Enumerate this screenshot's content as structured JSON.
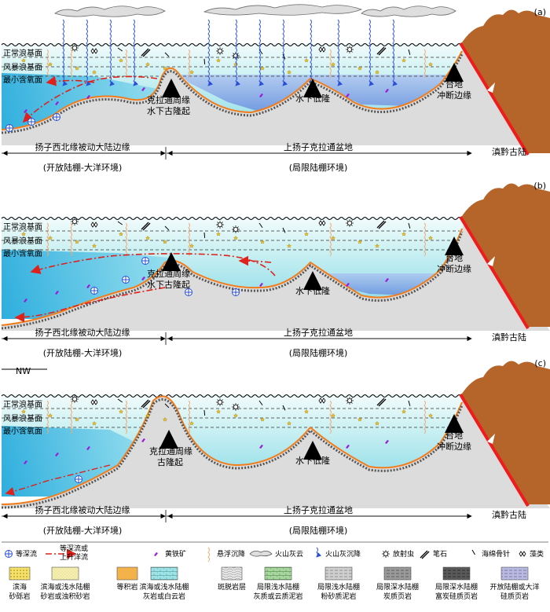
{
  "panels": [
    {
      "letter": "(a)",
      "levels": {
        "normal": "正常浪基面",
        "storm": "风暴浪基面",
        "oxygen": "最小含氧面"
      },
      "uplift": [
        "克拉通周缘",
        "水下古隆起"
      ],
      "low": "水下低隆",
      "fault": [
        "台地",
        "冲断边缘"
      ],
      "left_region": "扬子西北缘被动大陆边缘",
      "left_env": "(开放陆棚-大洋环境)",
      "mid_region": "上扬子克拉通盆地",
      "mid_env": "(局限陆棚环境)",
      "right_region": "滇黔古陆"
    },
    {
      "letter": "(b)",
      "levels": {
        "normal": "正常浪基面",
        "storm": "风暴浪基面",
        "oxygen": "最小含氧面"
      },
      "uplift": [
        "克拉通周缘",
        "水下古隆起"
      ],
      "low": "水下低隆",
      "fault": [
        "台地",
        "冲断边缘"
      ],
      "left_region": "扬子西北缘被动大陆边缘",
      "left_env": "(开放陆棚-大洋环境)",
      "mid_region": "上扬子克拉通盆地",
      "mid_env": "(局限陆棚环境)",
      "right_region": "滇黔古陆"
    },
    {
      "letter": "(c)",
      "direction": "NW",
      "levels": {
        "normal": "正常浪基面",
        "storm": "风暴浪基面",
        "oxygen": "最小含氧面"
      },
      "uplift": [
        "克拉通周缘",
        "古隆起"
      ],
      "low": "水下低隆",
      "fault": [
        "台地",
        "冲断边缘"
      ],
      "left_region": "扬子西北缘被动大陆边缘",
      "left_env": "(开放陆棚-大洋环境)",
      "mid_region": "上扬子克拉通盆地",
      "mid_env": "(局限陆棚环境)",
      "right_region": "滇黔古陆"
    }
  ],
  "legend_row1": [
    {
      "icon": "deep-current-icon",
      "label": "等深流"
    },
    {
      "icon": "upwelling-arrow-icon",
      "label": [
        "等深流或",
        "上升洋流"
      ]
    },
    {
      "icon": "pyrite-icon",
      "label": "黄铁矿"
    },
    {
      "icon": "suspension-icon",
      "label": "悬浮沉降"
    },
    {
      "icon": "volcanic-cloud-icon",
      "label": "火山灰云"
    },
    {
      "icon": "ash-fall-icon",
      "label": "火山灰沉降"
    },
    {
      "icon": "radiolarian-icon",
      "label": "放射虫"
    },
    {
      "icon": "graptolite-icon",
      "label": "笔石"
    },
    {
      "icon": "sponge-spicule-icon",
      "label": "海绵骨针"
    },
    {
      "icon": "algae-icon",
      "label": "藻类"
    }
  ],
  "legend_row2": [
    {
      "swatch": "#f6e26a",
      "pattern": "dots",
      "label": [
        "滨海",
        "砂砾岩"
      ]
    },
    {
      "swatch": "#f5efb0",
      "pattern": "sand",
      "label": [
        "滨海或浅水陆棚",
        "砂岩或浊积砂岩"
      ]
    },
    {
      "swatch": "#f3b24a",
      "pattern": "none",
      "label": [
        "等积岩"
      ]
    },
    {
      "swatch": "#9ee3e6",
      "pattern": "brick",
      "label": [
        "滨海或浅水陆棚",
        "灰岩或白云岩"
      ]
    },
    {
      "swatch": "#d9d9d9",
      "pattern": "bands",
      "label": [
        "斑脱岩层"
      ]
    },
    {
      "swatch": "#a8d8a0",
      "pattern": "brick",
      "label": [
        "局限浅水陆棚",
        "灰质或云质泥岩"
      ]
    },
    {
      "swatch": "#cfcfcf",
      "pattern": "dash",
      "label": [
        "局限浅水陆棚",
        "粉砂质泥岩"
      ]
    },
    {
      "swatch": "#9a9a9a",
      "pattern": "dash",
      "label": [
        "局限深水陆棚",
        "炭质页岩"
      ]
    },
    {
      "swatch": "#5a5a5a",
      "pattern": "dash",
      "label": [
        "局限深水陆棚",
        "富炭硅质页岩"
      ]
    },
    {
      "swatch": "#b9b9e6",
      "pattern": "dash",
      "label": [
        "开放陆棚或大洋",
        "硅质页岩"
      ]
    }
  ],
  "colors": {
    "sea_top": "#eaf8f8",
    "sea_mid": "#9fe4ec",
    "sea_deep": "#3fb6dd",
    "basin_blue": "#6f8fe0",
    "ground": "#dcdcdc",
    "mountain": "#b5652a",
    "fault": "#ee1c1c",
    "current": "#e0201a",
    "orange_line": "#f07c1c"
  }
}
